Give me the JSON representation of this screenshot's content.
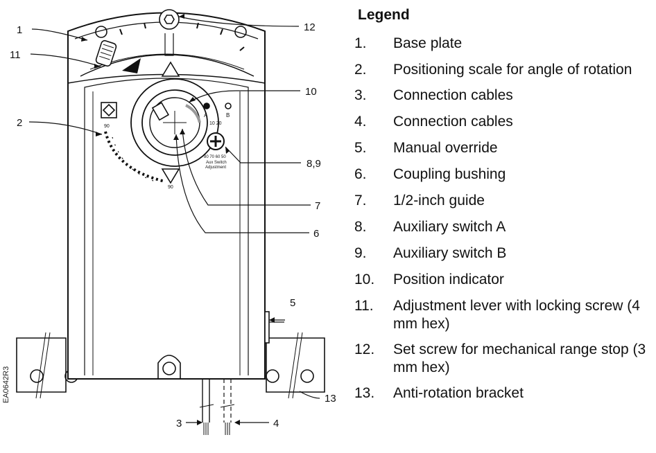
{
  "legend": {
    "title": "Legend",
    "items": [
      {
        "num": "1.",
        "text": "Base plate"
      },
      {
        "num": "2.",
        "text": "Positioning scale for angle of rotation"
      },
      {
        "num": "3.",
        "text": "Connection cables"
      },
      {
        "num": "4.",
        "text": "Connection cables"
      },
      {
        "num": "5.",
        "text": "Manual override"
      },
      {
        "num": "6.",
        "text": "Coupling bushing"
      },
      {
        "num": "7.",
        "text": "1/2-inch guide"
      },
      {
        "num": "8.",
        "text": "Auxiliary switch A"
      },
      {
        "num": "9.",
        "text": "Auxiliary switch B"
      },
      {
        "num": "10.",
        "text": "Position indicator"
      },
      {
        "num": "11.",
        "text": "Adjustment lever with locking screw (4 mm hex)"
      },
      {
        "num": "12.",
        "text": "Set screw for mechanical range stop (3 mm hex)"
      },
      {
        "num": "13.",
        "text": "Anti-rotation bracket"
      }
    ]
  },
  "callouts": {
    "c1": "1",
    "c2": "2",
    "c3": "3",
    "c4": "4",
    "c5": "5",
    "c6": "6",
    "c7": "7",
    "c89": "8,9",
    "c10": "10",
    "c11": "11",
    "c12": "12",
    "c13": "13"
  },
  "device_text": {
    "scale_90_top": "90",
    "scale_90_bottom": "90",
    "switch_a": "A",
    "switch_b": "B",
    "dial_top": "10 20",
    "dial_bottom": "80 70 60 50",
    "aux_line1": "Aux Switch",
    "aux_line2": "Adjustment"
  },
  "drawing_code": "EA0642R3"
}
